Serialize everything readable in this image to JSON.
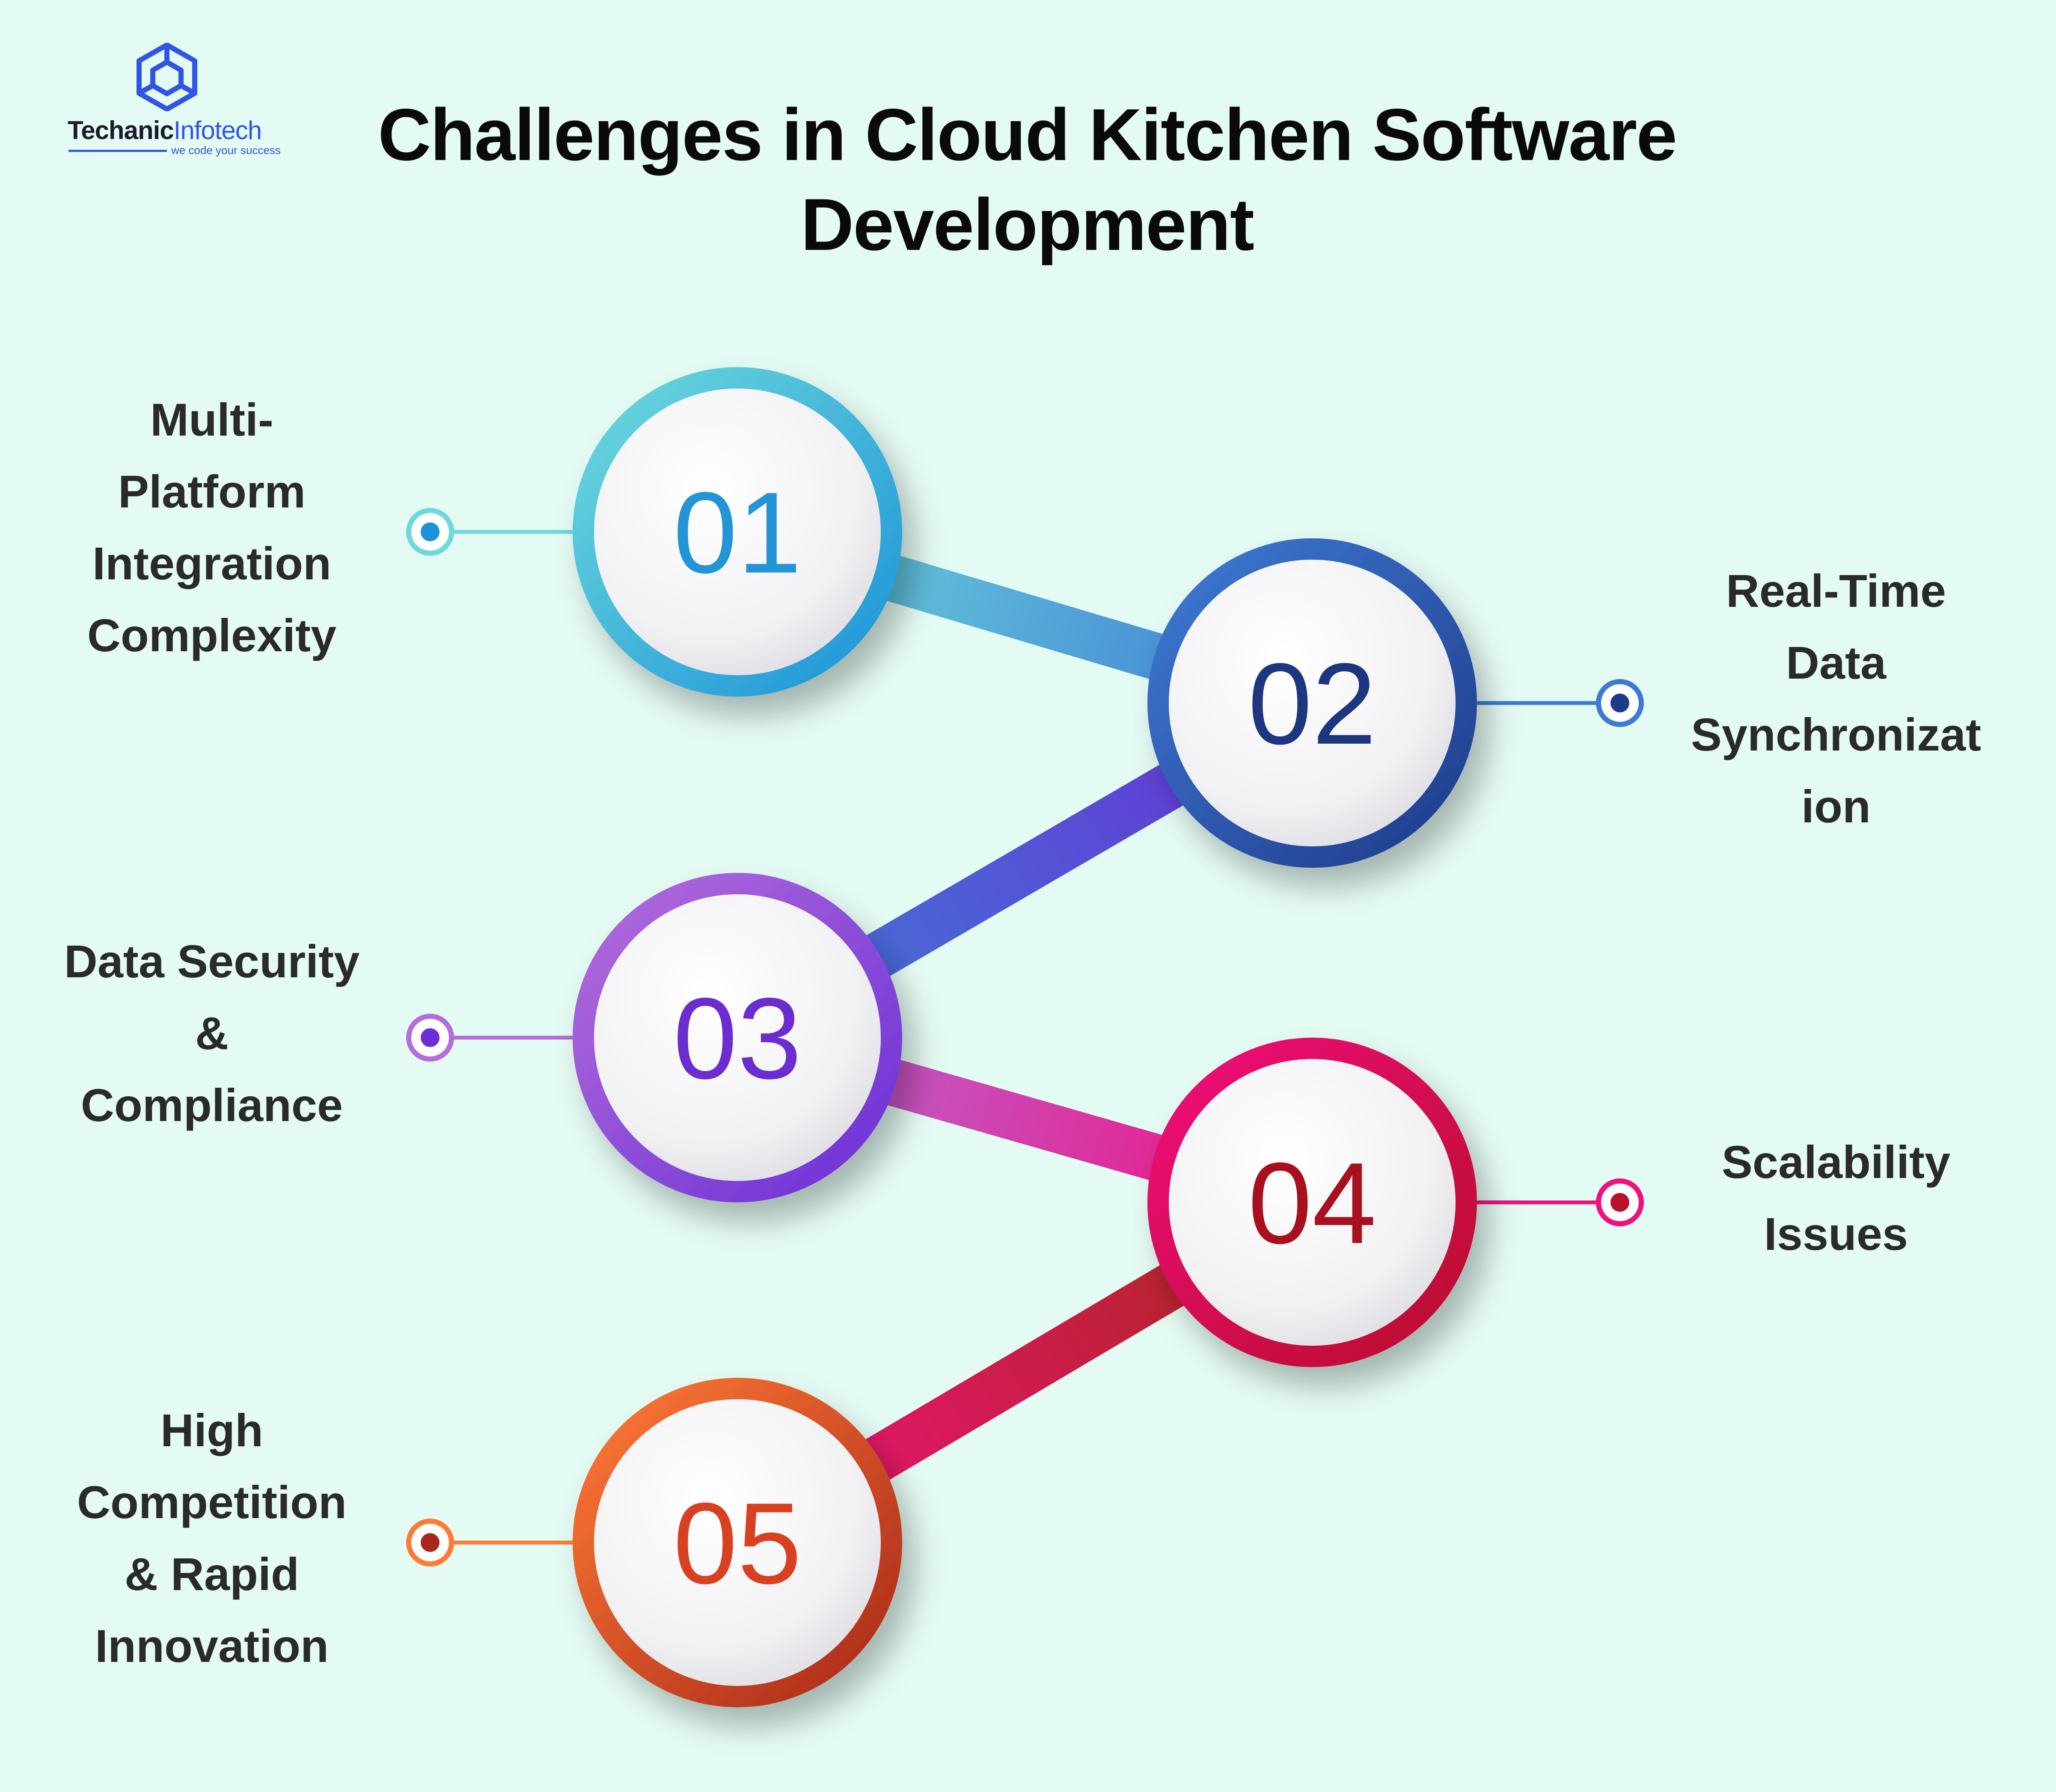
{
  "logo": {
    "name_part1": "Techanic",
    "name_part2": "Infotech",
    "tagline": "we code your success",
    "brand_color": "#2f55e6"
  },
  "title": {
    "line1": "Challenges in Cloud Kitchen Software",
    "line2": "Development"
  },
  "steps": [
    {
      "number": "01",
      "label_lines": [
        "Multi-",
        "Platform",
        "Integration",
        "Complexity"
      ],
      "side": "left",
      "color_light": "#6dd9dc",
      "color_dark": "#1c93d8",
      "number_color": "#2394d6"
    },
    {
      "number": "02",
      "label_lines": [
        "Real-Time",
        "Data",
        "Synchronizat",
        "ion"
      ],
      "side": "right",
      "color_light": "#3e7ad4",
      "color_dark": "#1f3a8a",
      "number_color": "#1e3580"
    },
    {
      "number": "03",
      "label_lines": [
        "Data Security",
        "&",
        "Compliance"
      ],
      "side": "left",
      "color_light": "#b46ddb",
      "color_dark": "#6a2fd6",
      "number_color": "#6b2dd0"
    },
    {
      "number": "04",
      "label_lines": [
        "Scalability",
        "Issues"
      ],
      "side": "right",
      "color_light": "#f0117c",
      "color_dark": "#b8112a",
      "number_color": "#a8101e"
    },
    {
      "number": "05",
      "label_lines": [
        "High",
        "Competition",
        "& Rapid",
        "Innovation"
      ],
      "side": "left",
      "color_light": "#ff7a35",
      "color_dark": "#a8281a",
      "number_color": "#d9401f"
    }
  ]
}
